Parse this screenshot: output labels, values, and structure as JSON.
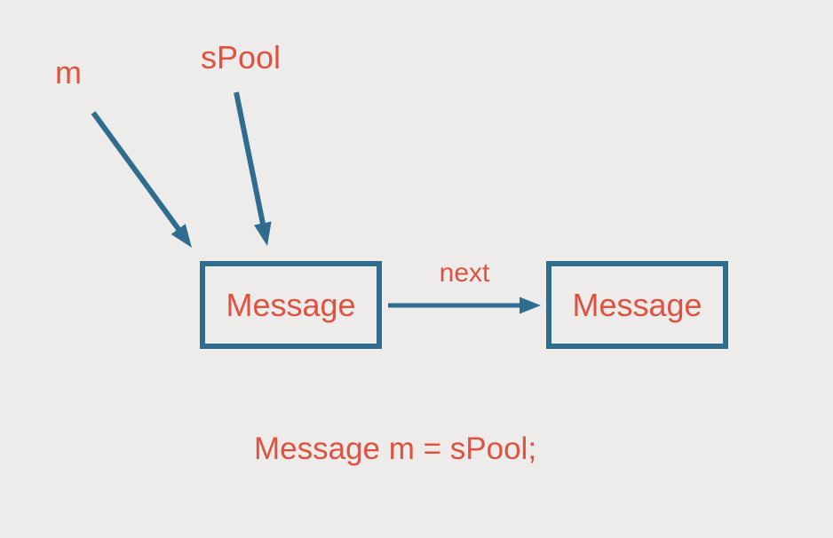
{
  "colors": {
    "background": "#EDECEB",
    "teal": "#2E6D8E",
    "red": "#E0513F"
  },
  "diagram": {
    "pointer_labels": {
      "m": "m",
      "spool": "sPool"
    },
    "nodes": [
      {
        "label": "Message"
      },
      {
        "label": "Message"
      }
    ],
    "edge": {
      "label": "next"
    },
    "caption": {
      "text": "Message m = sPool;"
    }
  }
}
